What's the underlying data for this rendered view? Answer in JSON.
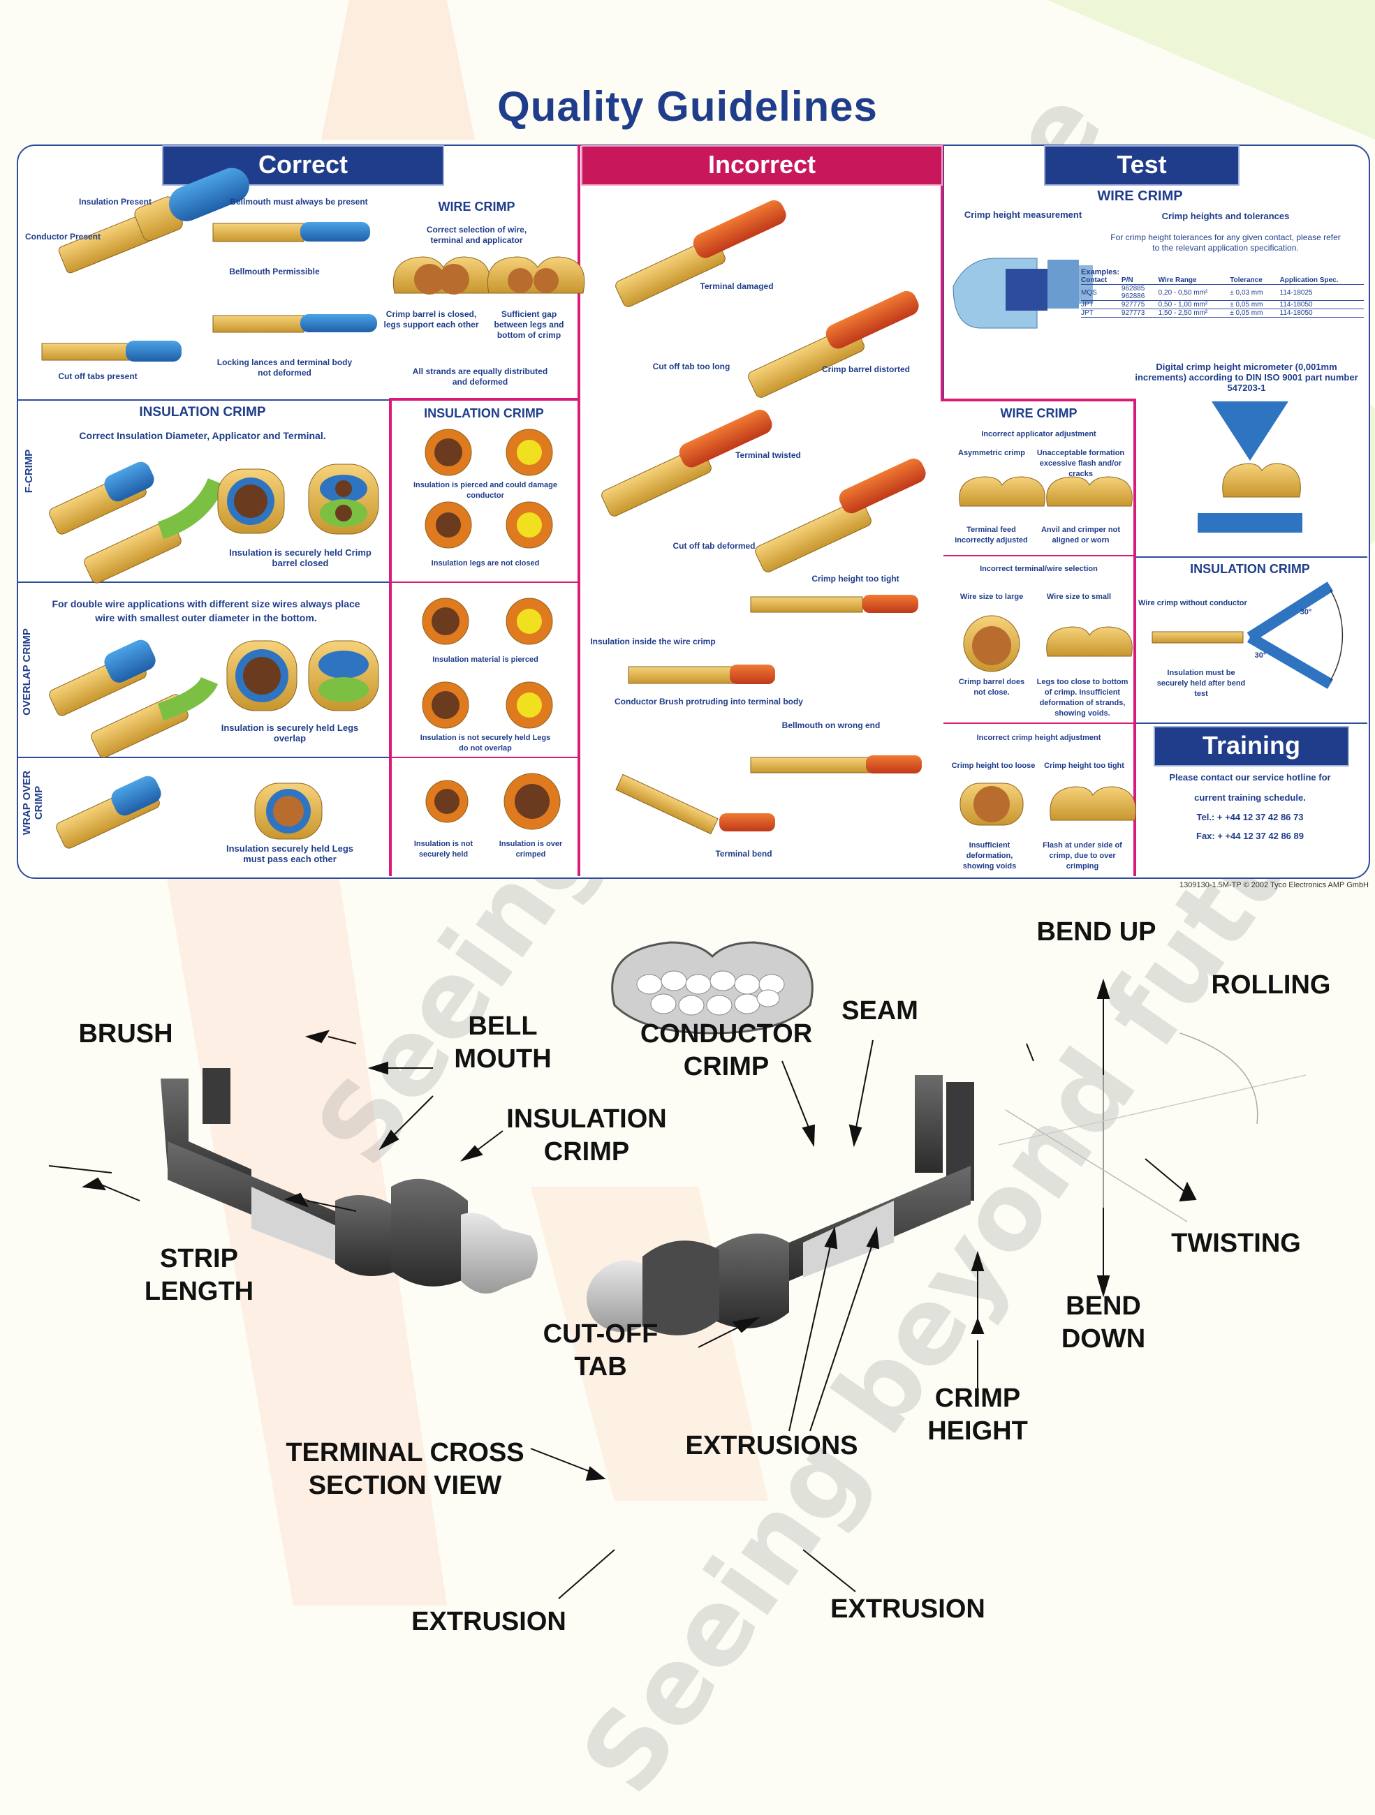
{
  "title": "Quality Guidelines",
  "headers": {
    "correct": "Correct",
    "incorrect": "Incorrect",
    "test": "Test",
    "training": "Training"
  },
  "correct": {
    "top_labels": {
      "insulation_present": "Insulation Present",
      "conductor_present": "Conductor Present",
      "bellmouth_must": "Bellmouth must always be present",
      "bellmouth_permissible": "Bellmouth Permissible",
      "cut_off_tabs": "Cut off tabs present",
      "locking_lances": "Locking lances and terminal body not deformed"
    },
    "wire_crimp": {
      "title": "WIRE CRIMP",
      "subtitle": "Correct selection of wire, terminal and applicator",
      "left_caption": "Crimp barrel is closed, legs support each other",
      "right_caption": "Sufficient gap between legs and bottom of crimp",
      "bottom_caption": "All strands are equally distributed and deformed"
    },
    "insulation_crimp": {
      "title": "INSULATION CRIMP",
      "subtitle": "Correct Insulation Diameter, Applicator and Terminal.",
      "caption": "Insulation is securely held Crimp barrel closed"
    },
    "overlap": {
      "text": "For double wire applications with different size wires always place wire with smallest outer diameter in the bottom.",
      "caption": "Insulation is securely held Legs overlap"
    },
    "wrap": {
      "caption": "Insulation securely held Legs must pass each other"
    },
    "side_labels": {
      "f_crimp": "F-CRIMP",
      "overlap": "OVERLAP CRIMP",
      "wrap": "WRAP OVER CRIMP"
    }
  },
  "incorrect_insulation": {
    "title": "INSULATION CRIMP",
    "pierced": "Insulation is pierced and could damage conductor",
    "legs_not_closed": "Insulation legs are not closed",
    "material_pierced": "Insulation material is pierced",
    "not_overlap": "Insulation is not securely held Legs do not overlap",
    "not_held": "Insulation is not securely held",
    "over_crimped": "Insulation is over crimped"
  },
  "incorrect_main": {
    "terminal_damaged": "Terminal damaged",
    "cut_off_long": "Cut off tab too long",
    "barrel_distorted": "Crimp barrel distorted",
    "terminal_twisted": "Terminal twisted",
    "cut_off_deformed": "Cut off tab deformed",
    "height_tight": "Crimp height too tight",
    "insulation_inside": "Insulation inside the wire crimp",
    "brush_protruding": "Conductor Brush protruding into terminal body",
    "bellmouth_wrong": "Bellmouth on wrong end",
    "terminal_bend": "Terminal bend"
  },
  "incorrect_wire": {
    "title": "WIRE CRIMP",
    "subtitle": "Incorrect applicator adjustment",
    "asym": "Asymmetric crimp",
    "flash": "Unacceptable formation excessive flash and/or cracks",
    "feed": "Terminal feed incorrectly adjusted",
    "anvil": "Anvil and crimper not aligned or worn",
    "selection": "Incorrect terminal/wire selection",
    "large": "Wire size to large",
    "small": "Wire size to small",
    "not_close": "Crimp barrel does not close.",
    "legs_close": "Legs too close to bottom of crimp. Insufficient deformation of strands, showing voids.",
    "height_adj": "Incorrect crimp height adjustment",
    "loose": "Crimp height too loose",
    "tight": "Crimp height too tight",
    "insufficient": "Insufficient deformation, showing voids",
    "flash_under": "Flash at under side of crimp, due to over crimping"
  },
  "test": {
    "wire_crimp_title": "WIRE CRIMP",
    "measurement": "Crimp height measurement",
    "heights_title": "Crimp heights and tolerances",
    "heights_note": "For crimp height tolerances for any given contact, please refer to the relevant application specification.",
    "examples": "Examples:",
    "table": {
      "headers": [
        "Contact",
        "P/N",
        "Wire Range",
        "Tolerance",
        "Application Spec."
      ],
      "rows": [
        [
          "MQS",
          "962885\n962886",
          "0,20 - 0,50 mm²",
          "± 0,03 mm",
          "114-18025"
        ],
        [
          "JPT",
          "927775",
          "0,50 - 1,00 mm²",
          "± 0,05 mm",
          "114-18050"
        ],
        [
          "JPT",
          "927773",
          "1,50 - 2,50 mm²",
          "± 0,05 mm",
          "114-18050"
        ]
      ]
    },
    "micrometer": "Digital crimp height micrometer (0,001mm increments) according to DIN ISO 9001 part number 547203-1",
    "insulation_title": "INSULATION CRIMP",
    "without_conductor": "Wire crimp without conductor",
    "bend_test": "Insulation must be securely held after bend test",
    "angle": "30°"
  },
  "training": {
    "line1": "Please contact our service hotline for",
    "line2": "current training schedule.",
    "tel": "Tel.: + +44 12 37 42 86 73",
    "fax": "Fax: + +44 12 37 42 86 89"
  },
  "copyright": "1309130-1.5M-TP © 2002 Tyco Electronics AMP GmbH",
  "diagram": {
    "brush": "BRUSH",
    "bell_mouth": "BELL\nMOUTH",
    "insulation_crimp": "INSULATION\nCRIMP",
    "conductor_crimp": "CONDUCTOR\nCRIMP",
    "seam": "SEAM",
    "bend_up": "BEND UP",
    "rolling": "ROLLING",
    "strip_length": "STRIP\nLENGTH",
    "twisting": "TWISTING",
    "bend_down": "BEND\nDOWN",
    "cut_off_tab": "CUT-OFF\nTAB",
    "crimp_height": "CRIMP\nHEIGHT",
    "extrusions": "EXTRUSIONS",
    "cross_section": "TERMINAL CROSS\nSECTION VIEW",
    "extrusion_left": "EXTRUSION",
    "extrusion_right": "EXTRUSION"
  },
  "watermark": {
    "line1": "Seeing beyond future",
    "line2": "Seeing beyond future"
  }
}
